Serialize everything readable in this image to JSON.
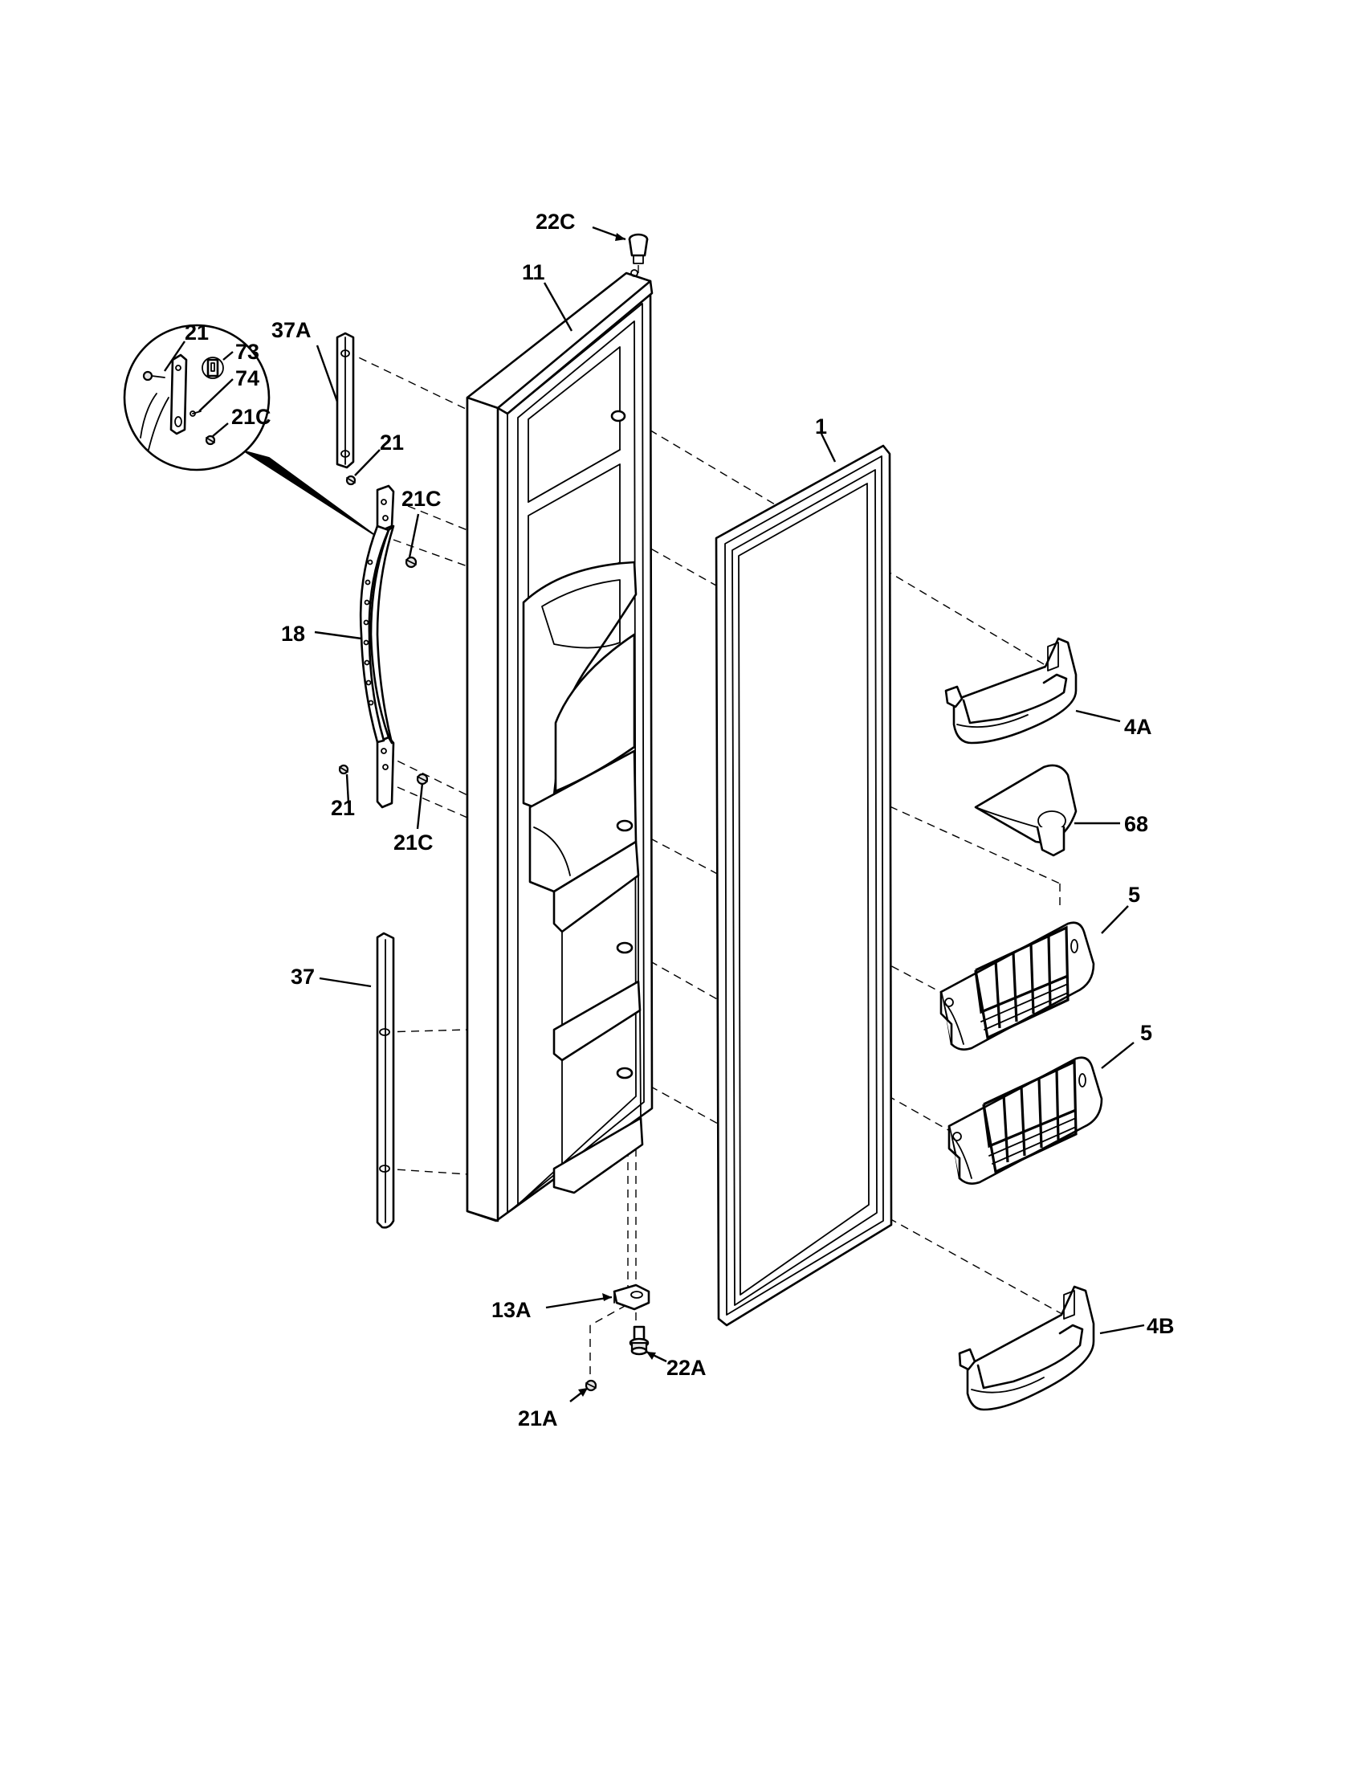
{
  "diagram": {
    "part_labels": {
      "p22C": "22C",
      "p11": "11",
      "p37A": "37A",
      "p21_inset": "21",
      "p73": "73",
      "p74": "74",
      "p21C_inset": "21C",
      "p21_top": "21",
      "p21C_top": "21C",
      "p1": "1",
      "p18": "18",
      "p4A": "4A",
      "p21_bottom": "21",
      "p21C_bottom": "21C",
      "p68": "68",
      "p5_upper": "5",
      "p37": "37",
      "p5_lower": "5",
      "p13A": "13A",
      "p4B": "4B",
      "p22A": "22A",
      "p21A": "21A"
    },
    "colors": {
      "line": "#000000",
      "background": "#ffffff",
      "shading": "#e4e4e4"
    }
  }
}
